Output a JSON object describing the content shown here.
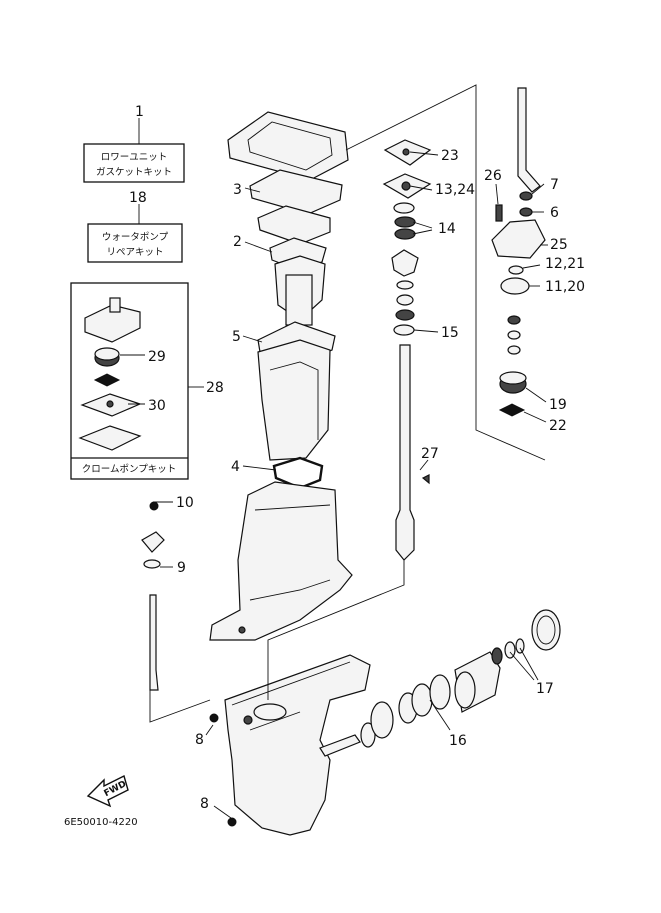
{
  "diagram": {
    "footer_code": "6E50010-4220",
    "fwd_label": "FWD",
    "kits": {
      "gasket_kit": {
        "line1": "ロワーユニット",
        "line2": "ガスケットキット"
      },
      "water_pump_repair_kit": {
        "line1": "ウォータポンプ",
        "line2": "リペアキット"
      },
      "chrome_pump_kit": {
        "label": "クロームポンプキット"
      }
    },
    "callouts": {
      "c1": "1",
      "c18": "18",
      "c2": "2",
      "c3": "3",
      "c4": "4",
      "c5": "5",
      "c6": "6",
      "c7": "7",
      "c8a": "8",
      "c8b": "8",
      "c9": "9",
      "c10": "10",
      "c11": "11,20",
      "c12": "12,21",
      "c13": "13,24",
      "c14": "14",
      "c15": "15",
      "c16": "16",
      "c17": "17",
      "c19": "19",
      "c22": "22",
      "c23": "23",
      "c25": "25",
      "c26": "26",
      "c27": "27",
      "c28": "28",
      "c29": "29",
      "c30": "30"
    }
  }
}
